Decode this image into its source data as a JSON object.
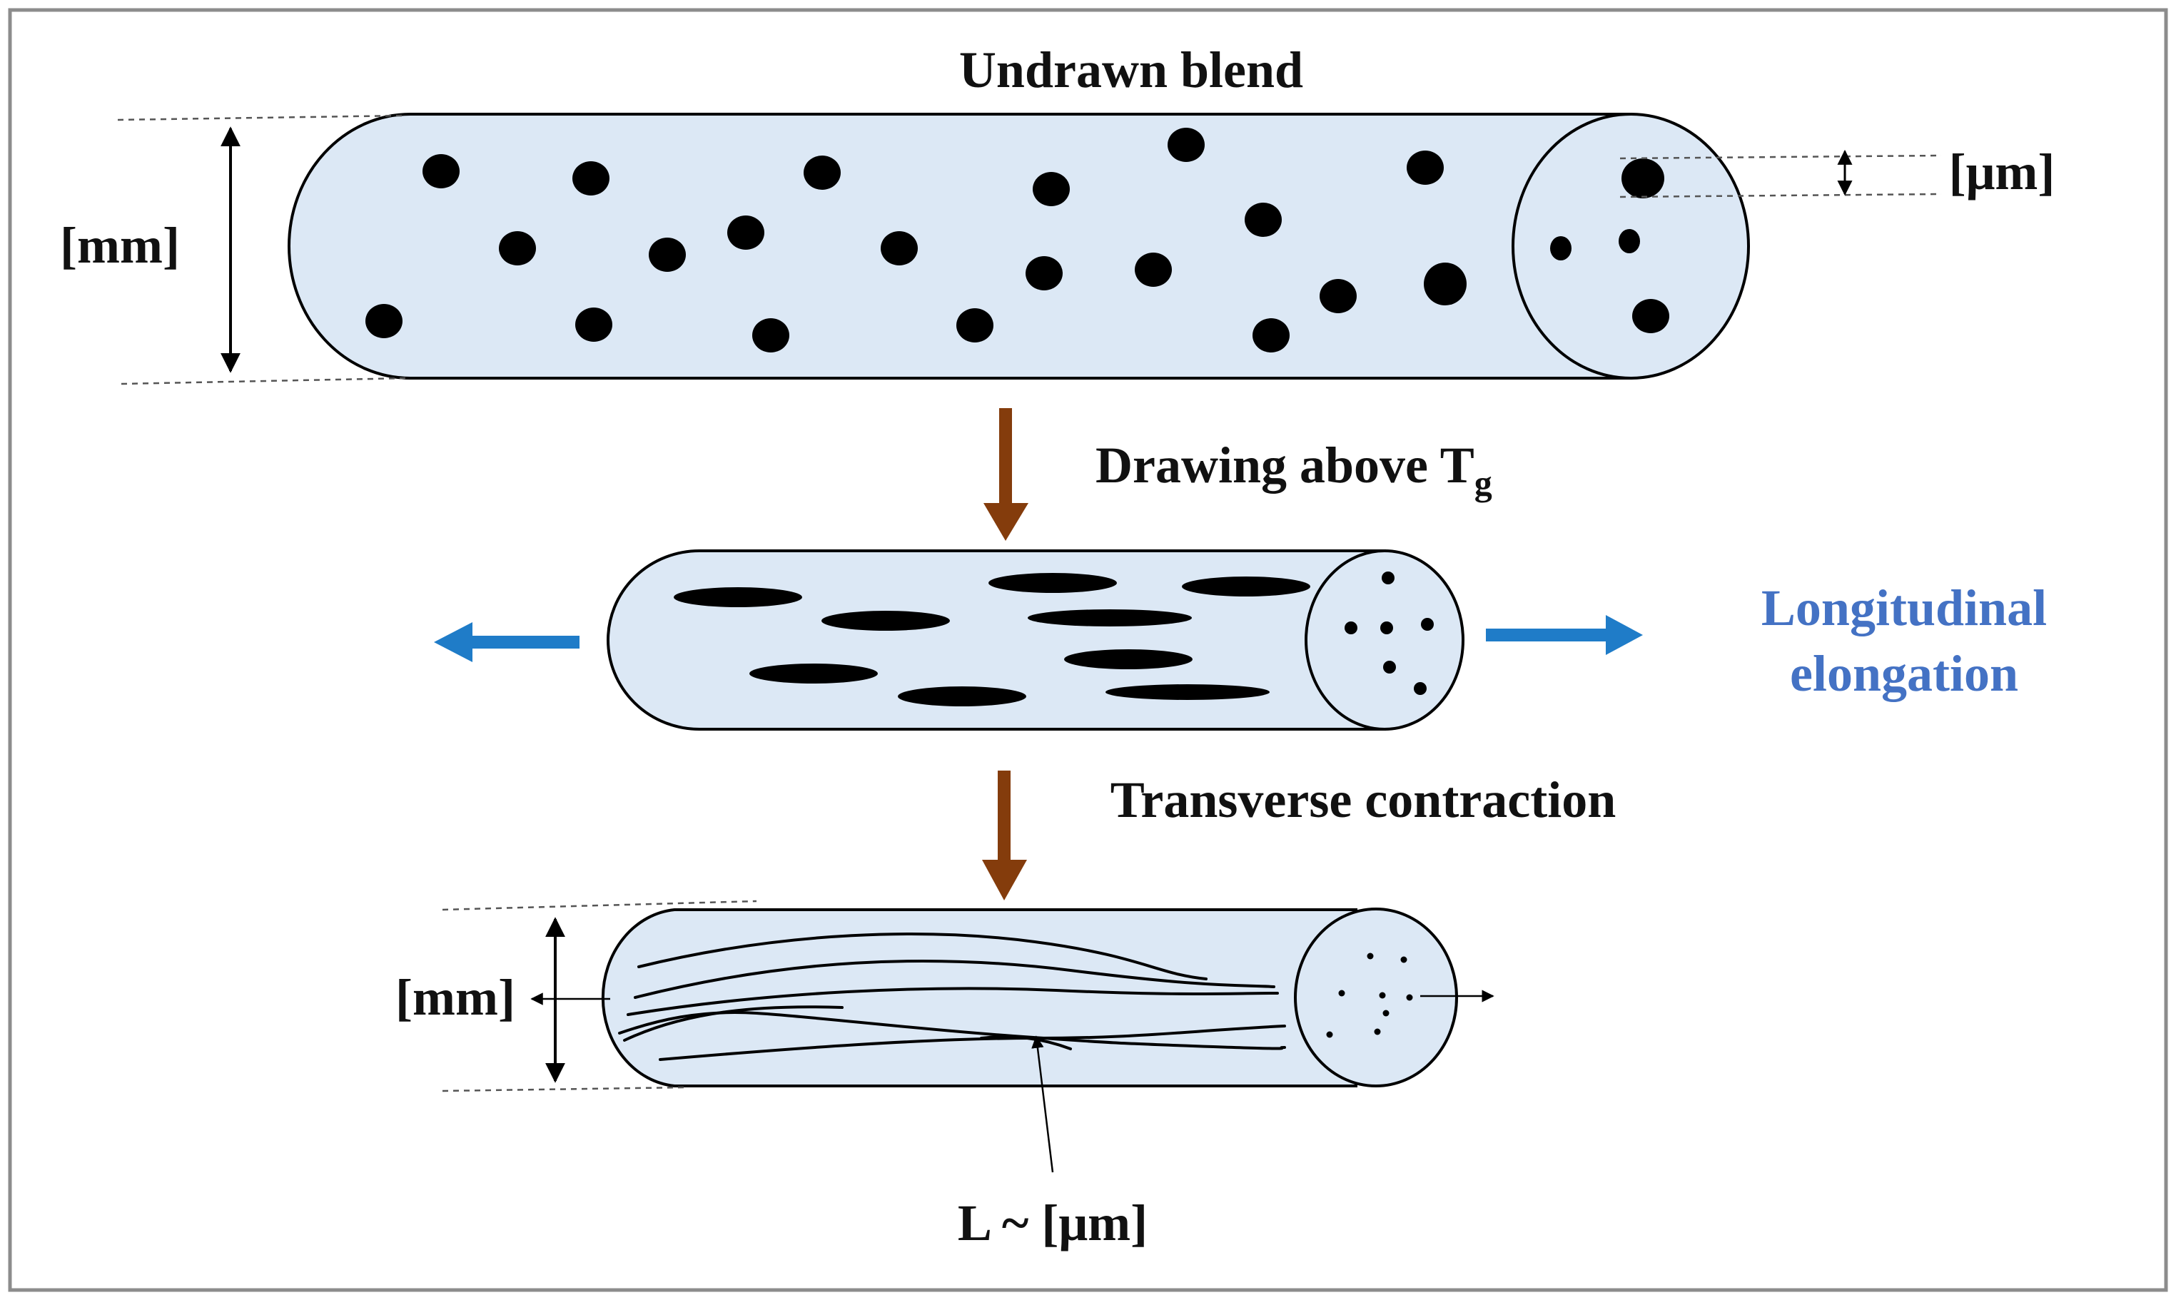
{
  "labels": {
    "title_top": "Undrawn blend",
    "mm_top": "[mm]",
    "um_top": "[μm]",
    "drawing_main": "Drawing above T",
    "drawing_sub": "g",
    "longitudinal_line1": "Longitudinal",
    "longitudinal_line2": "elongation",
    "transverse": "Transverse contraction",
    "mm_bottom": "[mm]",
    "fibril_length": "L ~ [μm]"
  },
  "colors": {
    "cylinder_fill": "#dce8f5",
    "outline": "#000000",
    "process_arrow": "#843c0c",
    "elongation_arrow": "#1f7cc8",
    "elongation_text": "#4472c4",
    "frame_border": "#8c8c8c"
  }
}
